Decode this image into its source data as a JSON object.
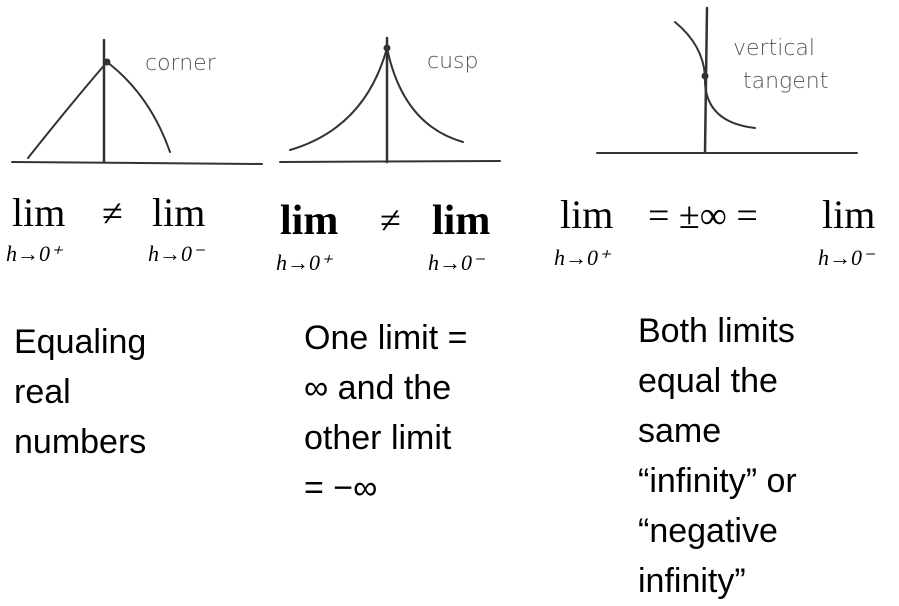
{
  "panels": [
    {
      "sketch_label": "corner",
      "math": {
        "left_lim": "lim",
        "left_sub": "h→0⁺",
        "relation": "≠",
        "right_lim": "lim",
        "right_sub": "h→0⁻"
      },
      "description_lines": [
        "Equaling",
        "real",
        "numbers"
      ]
    },
    {
      "sketch_label": "cusp",
      "math": {
        "left_lim": "lim",
        "left_sub": "h→0⁺",
        "relation": "≠",
        "right_lim": "lim",
        "right_sub": "h→0⁻"
      },
      "description_lines": [
        "One limit =",
        "∞ and the",
        "other limit",
        "= −∞"
      ]
    },
    {
      "sketch_label_lines": [
        "vertical",
        "tangent"
      ],
      "math": {
        "left_lim": "lim",
        "left_sub": "h→0⁺",
        "middle": "= ±∞ =",
        "right_lim": "lim",
        "right_sub": "h→0⁻"
      },
      "description_lines": [
        "Both limits",
        "equal the",
        "same",
        "“infinity” or",
        "“negative",
        "infinity”"
      ]
    }
  ]
}
